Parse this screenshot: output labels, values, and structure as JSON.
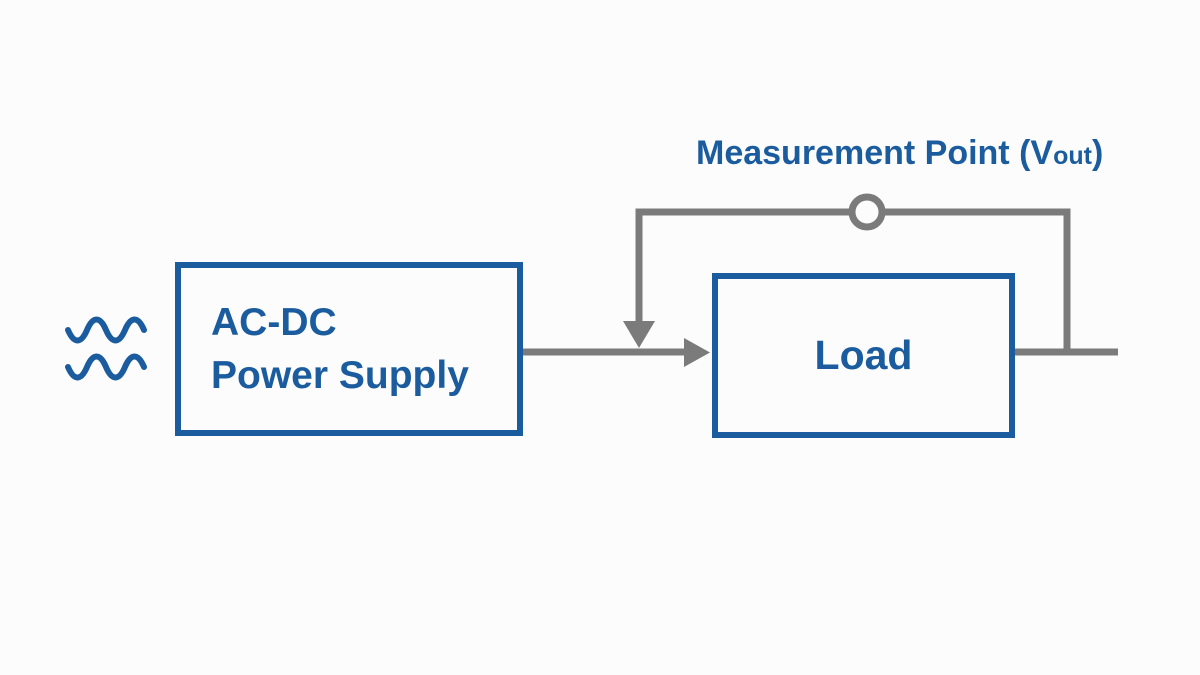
{
  "colors": {
    "accent_blue": "#1b5c9e",
    "wire_gray": "#7b7b7b",
    "background": "#fcfcfc"
  },
  "title": {
    "main": "Measurement Point (V",
    "subscript": "out",
    "suffix": ")"
  },
  "blocks": {
    "power_supply": {
      "line1": "AC-DC",
      "line2": "Power Supply"
    },
    "load": {
      "label": "Load"
    }
  },
  "icons": {
    "ac_source": "ac-sine-waves-icon",
    "measurement_node": "probe-node-circle-icon"
  }
}
